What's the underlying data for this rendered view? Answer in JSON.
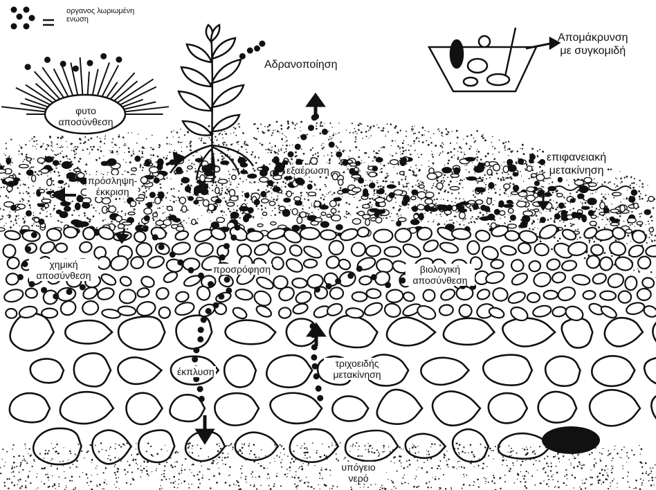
{
  "legend": {
    "line1": "οργανος λωριωμένη",
    "line2": "ενωση"
  },
  "labels": {
    "immobilization": "Αδρανοποίηση",
    "removal_line1": "Απομάκρυνση",
    "removal_line2": "με συγκομιδή",
    "plant_decomp_line1": "φυτο",
    "plant_decomp_line2": "αποσύνθεση",
    "volatilization": "εξαέρωση",
    "surface_line1": "επιφανειακή",
    "surface_line2": "μετακίνηση",
    "uptake_line1": "πρόσληψη-",
    "uptake_line2": "έκκριση",
    "chemical_line1": "χημική",
    "chemical_line2": "αποσύνθεση",
    "adsorption": "προσρόφηση",
    "biological_line1": "βιολογική",
    "biological_line2": "αποσύνθεση",
    "leaching": "έκπλυση",
    "capillary_line1": "τριχοειδής",
    "capillary_line2": "μετακίνηση",
    "groundwater_line1": "υπόγειο",
    "groundwater_line2": "νερό"
  }
}
